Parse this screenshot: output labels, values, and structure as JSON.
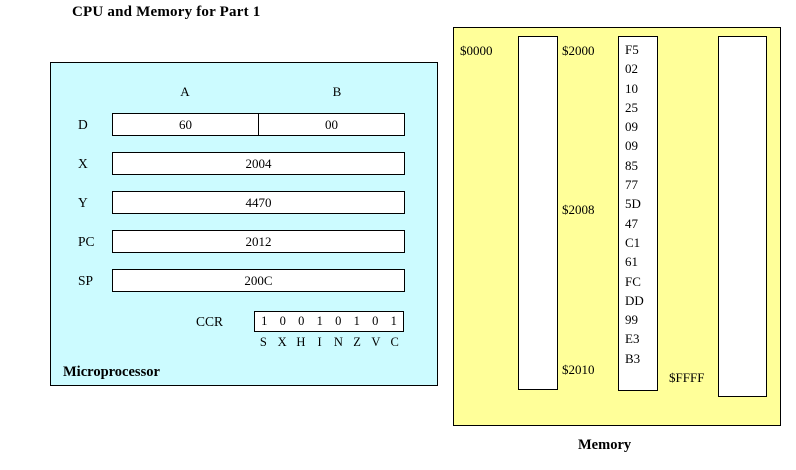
{
  "title": "CPU and Memory for Part 1",
  "cpu": {
    "panel_label": "Microprocessor",
    "panel_color": "#ccfbff",
    "column_headers": {
      "a": "A",
      "b": "B"
    },
    "registers": [
      {
        "name": "D",
        "split": true,
        "high": "60",
        "low": "00"
      },
      {
        "name": "X",
        "split": false,
        "value": "2004"
      },
      {
        "name": "Y",
        "split": false,
        "value": "4470"
      },
      {
        "name": "PC",
        "split": false,
        "value": "2012"
      },
      {
        "name": "SP",
        "split": false,
        "value": "200C"
      }
    ],
    "ccr": {
      "label": "CCR",
      "bits": [
        "1",
        "0",
        "0",
        "1",
        "0",
        "1",
        "0",
        "1"
      ],
      "flags": [
        "S",
        "X",
        "H",
        "I",
        "N",
        "Z",
        "V",
        "C"
      ]
    }
  },
  "memory": {
    "panel_label": "Memory",
    "panel_color": "#ffff99",
    "addresses": {
      "start": "$0000",
      "block_start": "$2000",
      "block_mid": "$2008",
      "block_end": "$2010",
      "end": "$FFFF"
    },
    "values": [
      "F5",
      "02",
      "10",
      "25",
      "09",
      "09",
      "85",
      "77",
      "5D",
      "47",
      "C1",
      "61",
      "FC",
      "DD",
      "99",
      "E3",
      "B3"
    ]
  }
}
